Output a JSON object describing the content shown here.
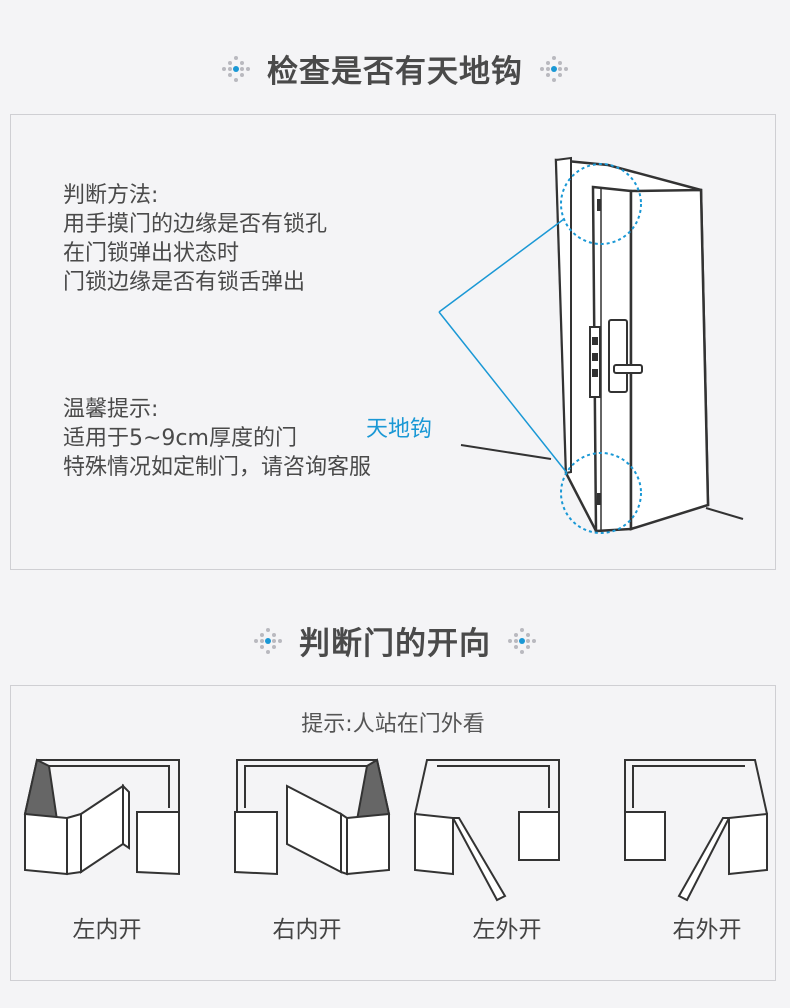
{
  "section1": {
    "title": "检查是否有天地钩",
    "method": {
      "heading": "判断方法:",
      "lines": [
        "用手摸门的边缘是否有锁孔",
        "在门锁弹出状态时",
        "门锁边缘是否有锁舌弹出"
      ]
    },
    "tips": {
      "heading": "温馨提示:",
      "lines": [
        "适用于5~9cm厚度的门",
        "特殊情况如定制门，请咨询客服"
      ]
    },
    "hook_label": "天地钩"
  },
  "section2": {
    "title": "判断门的开向",
    "hint": "提示:人站在门外看",
    "captions": [
      "左内开",
      "右内开",
      "左外开",
      "右外开"
    ]
  },
  "colors": {
    "accent": "#1a98d5",
    "title": "#4a4a4a",
    "line": "#333333"
  }
}
